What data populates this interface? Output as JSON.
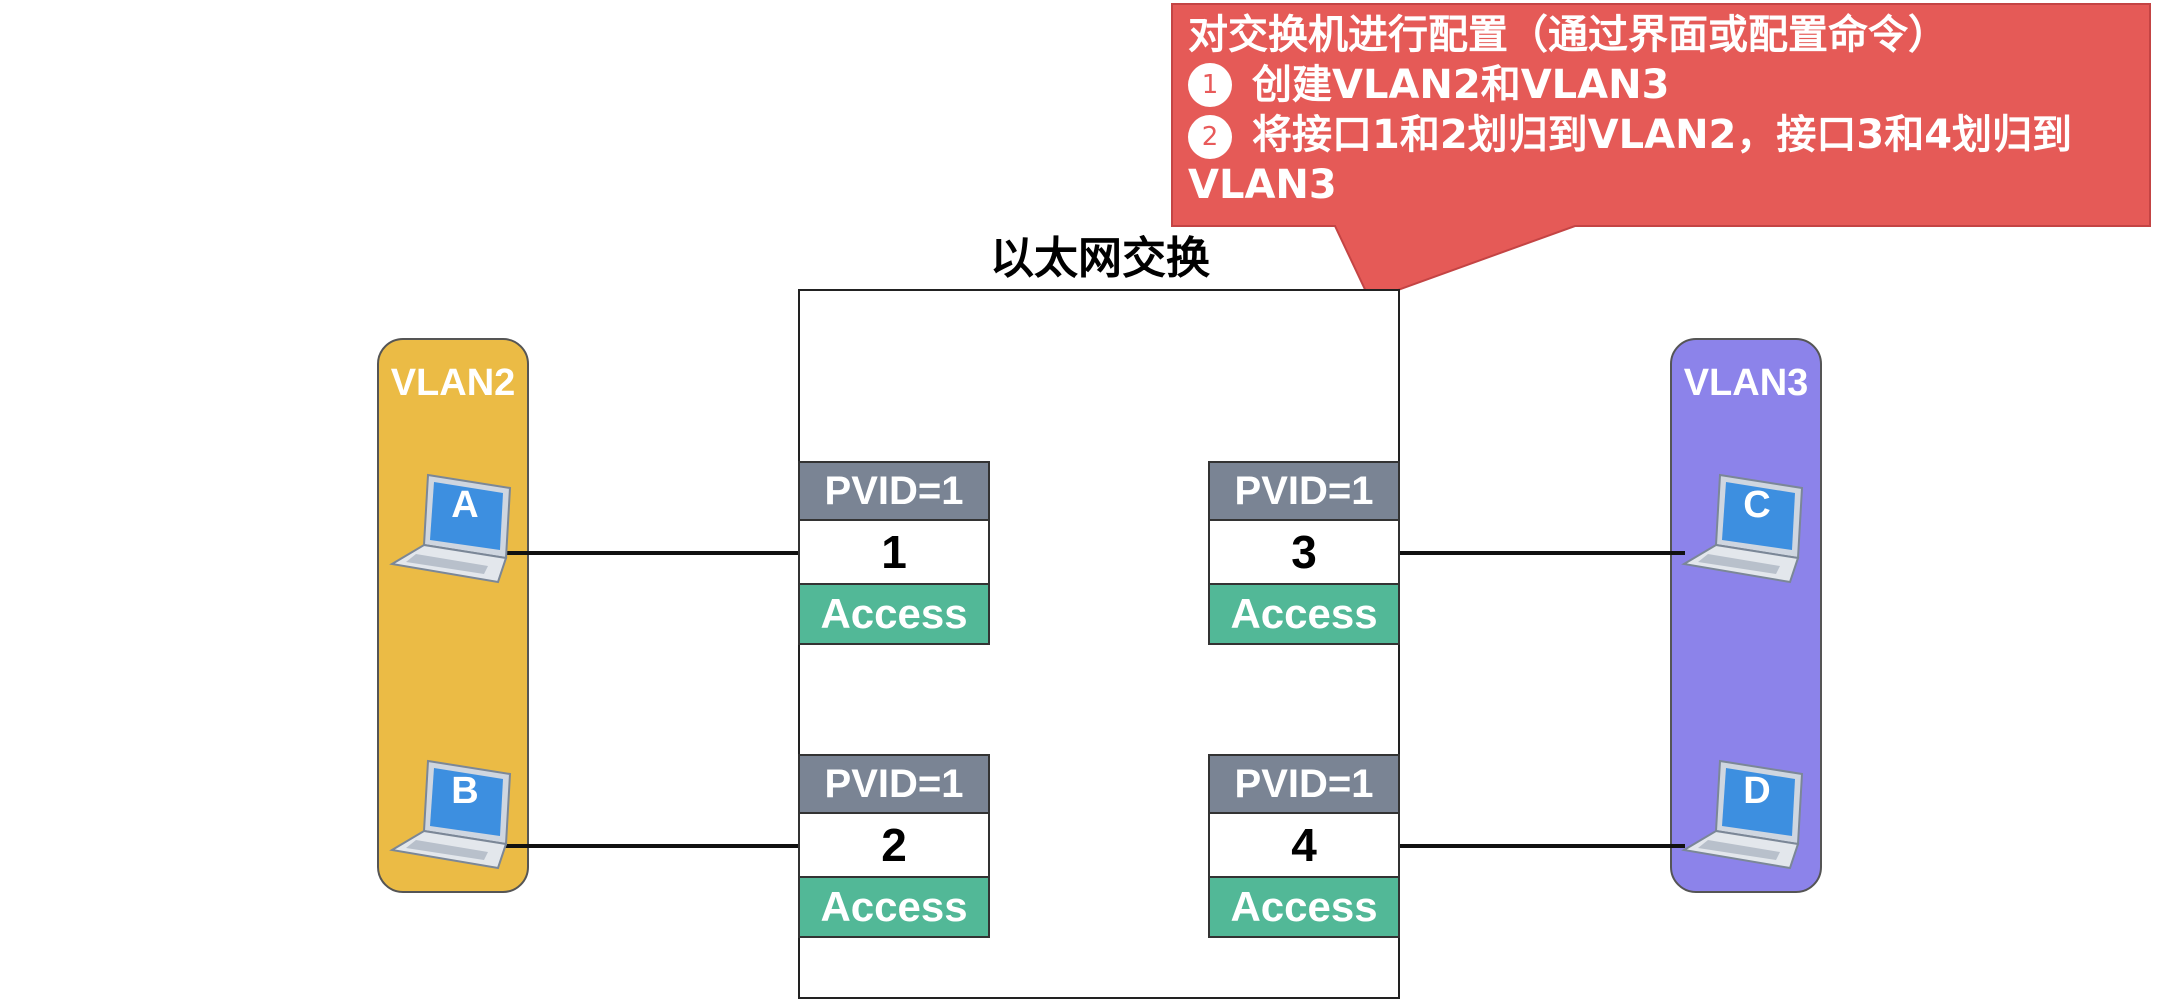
{
  "callout": {
    "heading": "对交换机进行配置（通过界面或配置命令）",
    "step1_marker": "1",
    "step1_text": "创建VLAN2和VLAN3",
    "step2_marker": "2",
    "step2_text": "将接口1和2划归到VLAN2，接口3和4划归到VLAN3",
    "color": "#e55a57"
  },
  "switch": {
    "title": "以太网交换机"
  },
  "vlans": [
    {
      "label": "VLAN2",
      "color": "#ebbb45"
    },
    {
      "label": "VLAN3",
      "color": "#8c83ea"
    }
  ],
  "ports": [
    {
      "pvid": "PVID=1",
      "number": "1",
      "mode": "Access"
    },
    {
      "pvid": "PVID=1",
      "number": "2",
      "mode": "Access"
    },
    {
      "pvid": "PVID=1",
      "number": "3",
      "mode": "Access"
    },
    {
      "pvid": "PVID=1",
      "number": "4",
      "mode": "Access"
    }
  ],
  "hosts": [
    {
      "label": "A",
      "icon": "laptop-icon"
    },
    {
      "label": "B",
      "icon": "laptop-icon"
    },
    {
      "label": "C",
      "icon": "laptop-icon"
    },
    {
      "label": "D",
      "icon": "laptop-icon"
    }
  ]
}
